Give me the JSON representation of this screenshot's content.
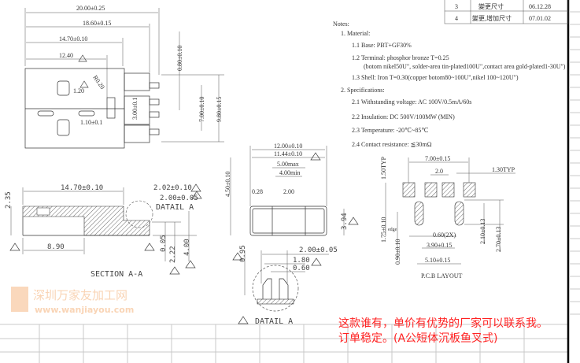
{
  "revision_table": [
    {
      "no": "3",
      "desc": "變更尺寸",
      "date": "06.12.28"
    },
    {
      "no": "4",
      "desc": "變更,增加尺寸",
      "date": "07.01.02"
    }
  ],
  "notes": {
    "title": "Notes:",
    "lines": [
      "1. Material:",
      "1.1 Base: PBT+GF30%",
      "1.2 Terminal: phosphor bronze T=0.25",
      "(botom nikel50U\", solder-area tin-plated100U\",contact area gold-plated1-30U\")",
      "1.3 Shell: Iron T=0.30(copper botom80~100U\",nikel 100~120U\")",
      "2. Specifications:",
      "2.1 Withstanding voltage: AC 100V/0.5mA/60s",
      "2.2 Insulation: DC 500V/100MW (MIN)",
      "2.3 Temperature: -20℃~85℃",
      "2.4 Contact resistance: ≦30mΩ"
    ]
  },
  "top_view": {
    "d1": "20.00±0.25",
    "d2": "18.60±0.15",
    "d3": "14.70±0.10",
    "d4": "12.40",
    "r": "R0.20",
    "d5": "1.20",
    "d6": "1.10±0.1",
    "d7": "3.00±0.1",
    "v1": "0.80±0.10",
    "v2": "7.00±0.10",
    "v3": "9.80±0.15"
  },
  "section": {
    "d1": "14.70±0.10",
    "d2": "2.02±0.10",
    "d3": "2.00±0.05",
    "d4": "2.35",
    "d5": "8.90",
    "d6": "0.05",
    "d7": "2.22",
    "d8": "4.00",
    "detail": "DATAIL A",
    "title": "SECTION A-A"
  },
  "front_view": {
    "d1": "12.00±0.10",
    "d2": "11.44±0.10",
    "d3": "5.00max",
    "d4": "4.00min",
    "d5": "0.28",
    "d6": "2.00",
    "d7": "4.50±0.10",
    "d8": "3.94"
  },
  "detail_a": {
    "d1": "2.00±0.05",
    "d2": "1.80",
    "d3": "0.60",
    "d4": "0.95",
    "title": "DATAIL A"
  },
  "pcb": {
    "d1": "7.00±0.15",
    "d2": "2.0",
    "d3": "1.30TYP",
    "d4": "1.50TYP",
    "d5": "1.75±0.10",
    "d6": "edge",
    "d7": "0.60(2X)",
    "d8": "3.90±0.15",
    "d9": "0.90±0.10",
    "d10": "5.10±0.15",
    "d11": "2.10±0.13",
    "d12": "2.70±0.13",
    "title": "P.C.B  LAYOUT"
  },
  "watermark": {
    "cn": "深圳万家友加工网",
    "url": "www.wanjiayou.com"
  },
  "comment": {
    "line1": "这款谁有，单价有优势的厂家可以联系我。",
    "line2": "订单稳定。(A公短体沉板鱼叉式)"
  }
}
